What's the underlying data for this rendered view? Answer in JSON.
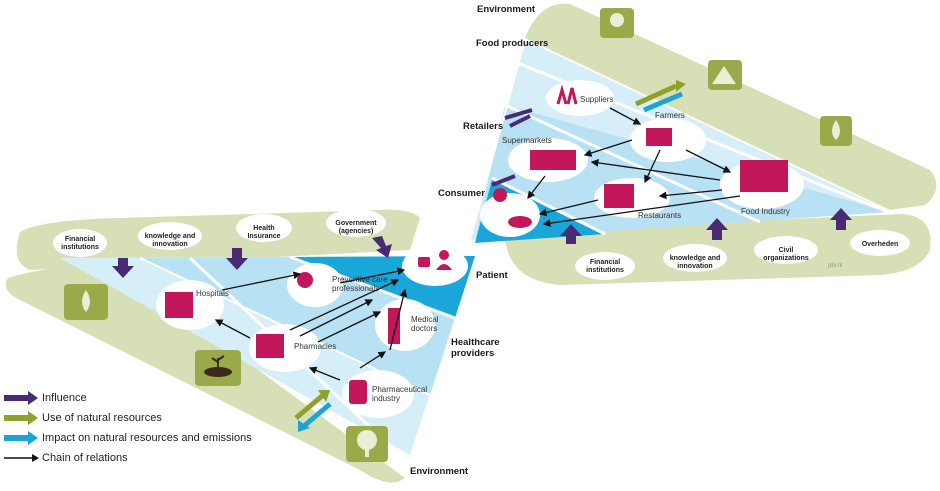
{
  "colors": {
    "green_band": "#d7dfb6",
    "green_pill": "#e9efd4",
    "blue_light": "#d6eef8",
    "blue_mid": "#9fd6ee",
    "blue_dark": "#1aa6d8",
    "purple": "#4a2a73",
    "magenta": "#c2185b",
    "olive": "#8fa02b",
    "cyan": "#1ea3d6",
    "icon_green": "#9aaa4a"
  },
  "health": {
    "stakeholders": [
      "Financial institutions",
      "knowledge and innovation",
      "Health Insurance",
      "Government (agencies)"
    ],
    "layers": {
      "patient": "Patient",
      "providers": "Healthcare providers",
      "environment": "Environment"
    },
    "nodes": {
      "preventive": "Preventive care professionals",
      "hospitals": "Hospitals",
      "pharmacies": "Pharmacies",
      "medical": "Medical doctors",
      "pharma": "Pharmaceutical industry"
    },
    "icons": [
      "water-drop-icon",
      "soil-plant-icon",
      "tree-icon"
    ]
  },
  "food": {
    "layers": {
      "environment": "Environment",
      "producers": "Food producers",
      "retailers": "Retailers",
      "consumer": "Consumer"
    },
    "nodes": {
      "suppliers": "Suppliers",
      "farmers": "Farmers",
      "supermarkets": "Supermarkets",
      "restaurants": "Restaurants",
      "food_industry": "Food Industry"
    },
    "stakeholders": [
      "Financial institutions",
      "knowledge and innovation",
      "Civil organizations",
      "Overheden"
    ],
    "credit": "pbl.nl",
    "icons": [
      "tractor-icon",
      "mountain-icon",
      "water-drop-icon"
    ]
  },
  "legend": [
    {
      "label": "Influence",
      "color": "#4a2a73"
    },
    {
      "label": "Use of natural resources",
      "color": "#8fa02b"
    },
    {
      "label": "Impact on natural resources and emissions",
      "color": "#1ea3d6"
    },
    {
      "label": "Chain of relations",
      "color": "#111111"
    }
  ]
}
